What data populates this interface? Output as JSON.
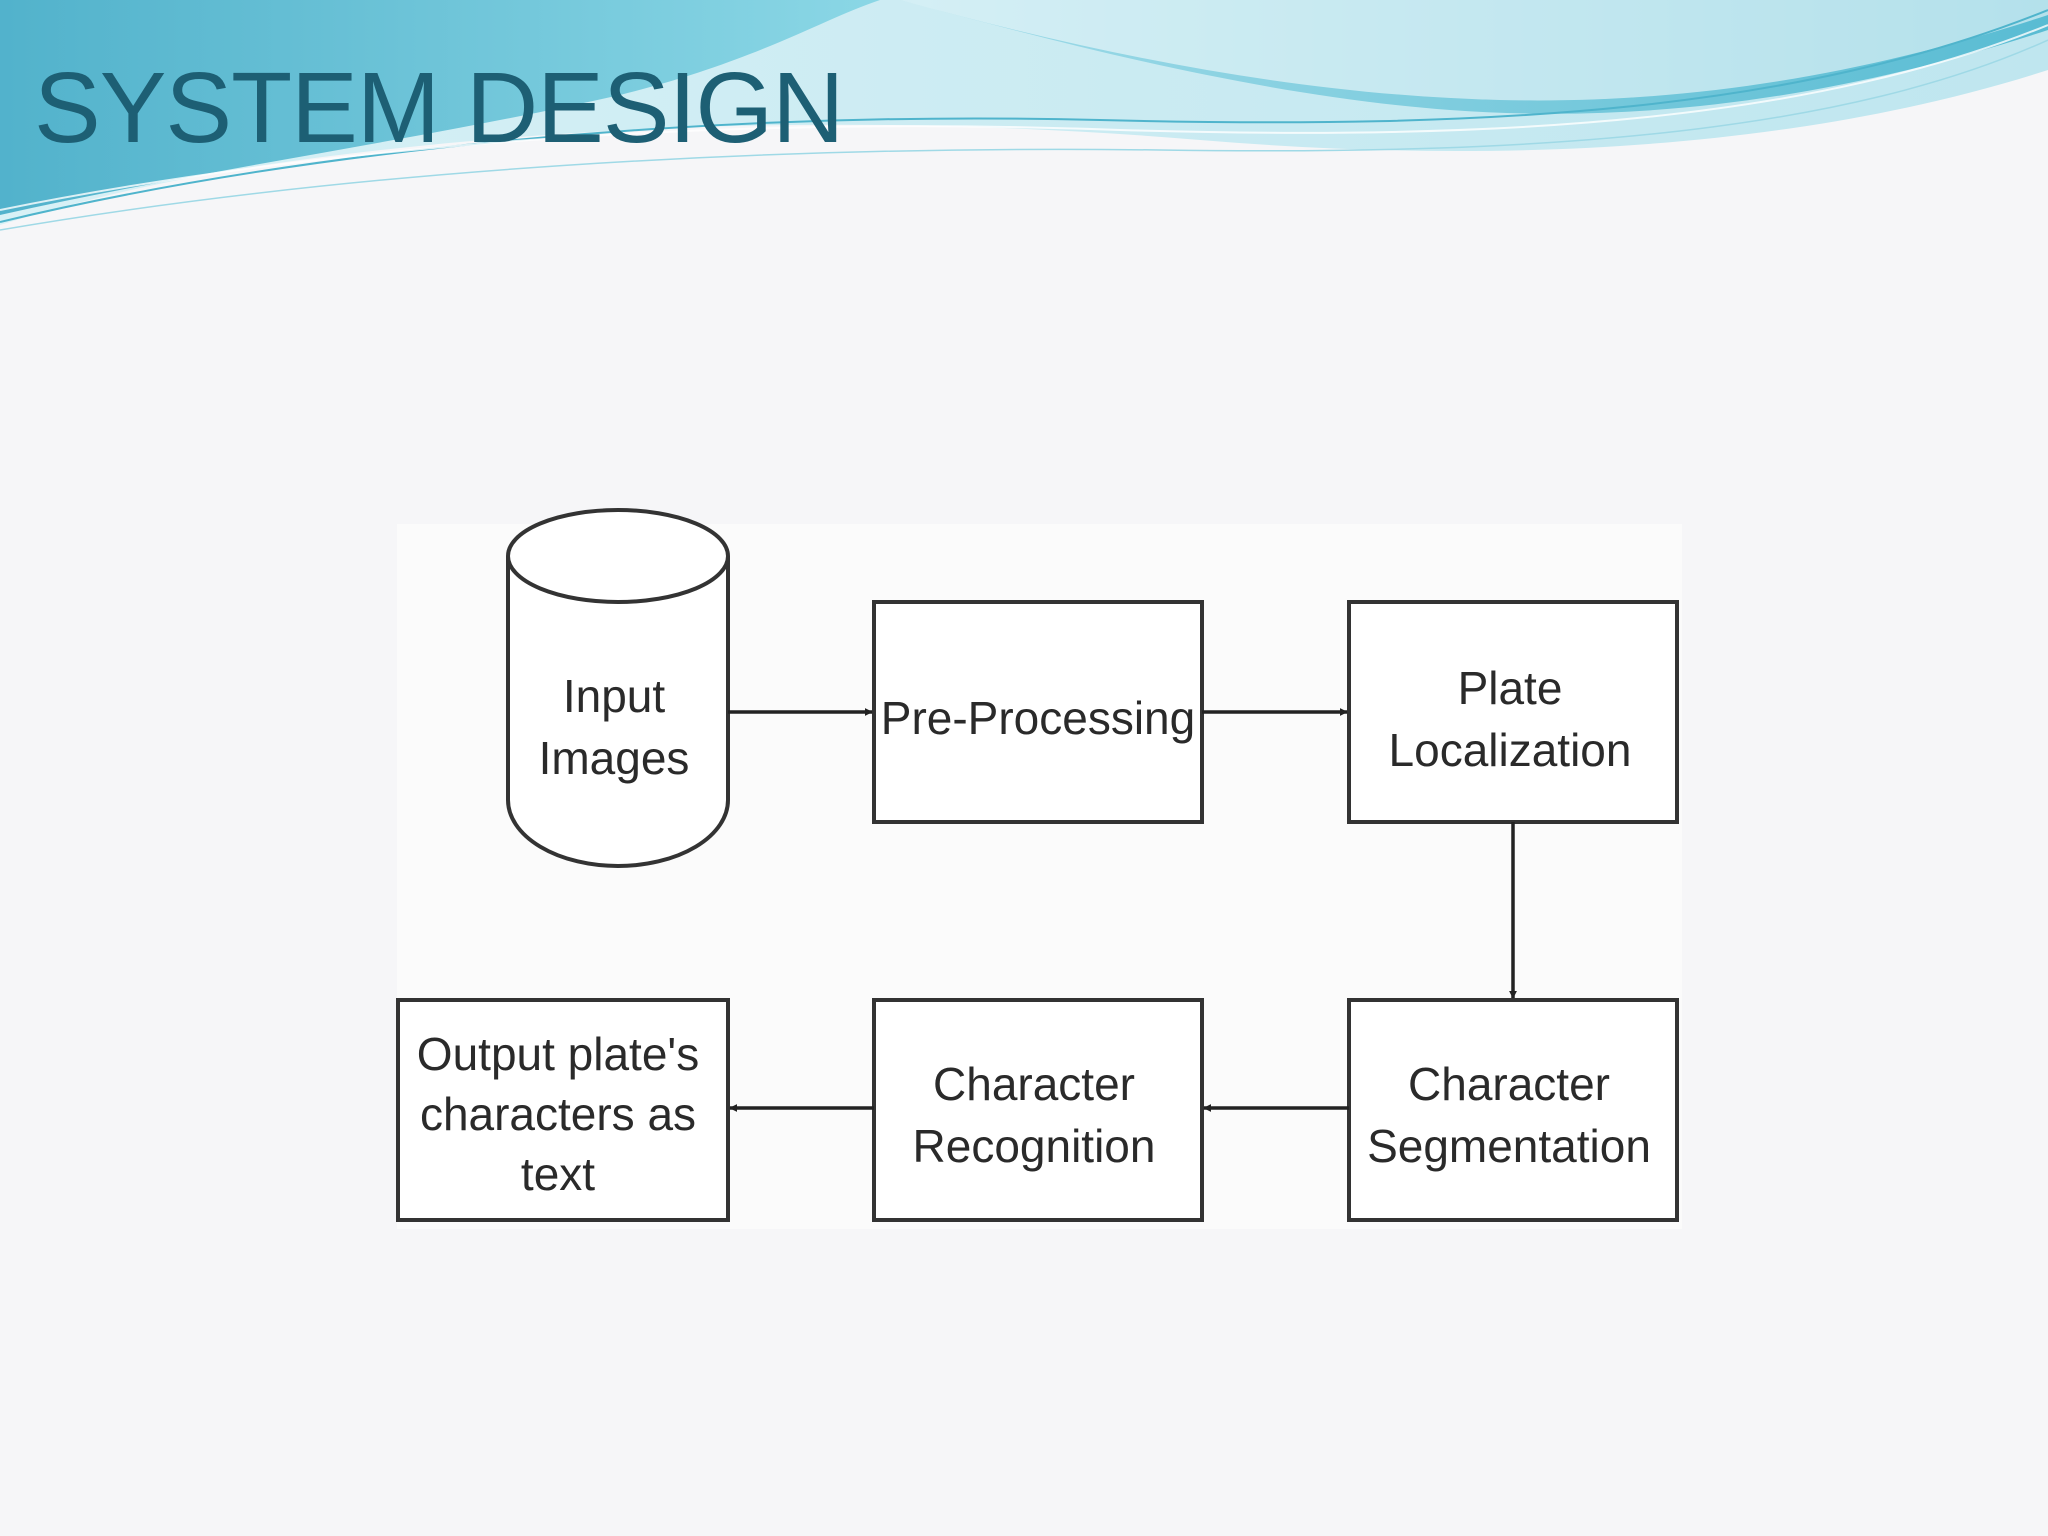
{
  "slide": {
    "title": "SYSTEM DESIGN"
  },
  "colors": {
    "title": "#1d5f74",
    "banner_light": "#bfe9f1",
    "banner_mid": "#7fd0e0",
    "banner_dark": "#3fa9c6",
    "diagram_stroke": "#333333"
  },
  "diagram": {
    "nodes": {
      "input_images": {
        "lines": [
          "Input",
          "Images"
        ],
        "shape": "cylinder"
      },
      "pre_processing": {
        "lines": [
          "Pre-Processing"
        ],
        "shape": "rectangle"
      },
      "plate_localization": {
        "lines": [
          "Plate",
          "Localization"
        ],
        "shape": "rectangle"
      },
      "character_segmentation": {
        "lines": [
          "Character",
          "Segmentation"
        ],
        "shape": "rectangle"
      },
      "character_recognition": {
        "lines": [
          "Character",
          "Recognition"
        ],
        "shape": "rectangle"
      },
      "output_text": {
        "lines": [
          "Output plate's",
          "characters as",
          "text"
        ],
        "shape": "rectangle"
      }
    },
    "edges": [
      {
        "from": "input_images",
        "to": "pre_processing"
      },
      {
        "from": "pre_processing",
        "to": "plate_localization"
      },
      {
        "from": "plate_localization",
        "to": "character_segmentation"
      },
      {
        "from": "character_segmentation",
        "to": "character_recognition"
      },
      {
        "from": "character_recognition",
        "to": "output_text"
      }
    ]
  }
}
